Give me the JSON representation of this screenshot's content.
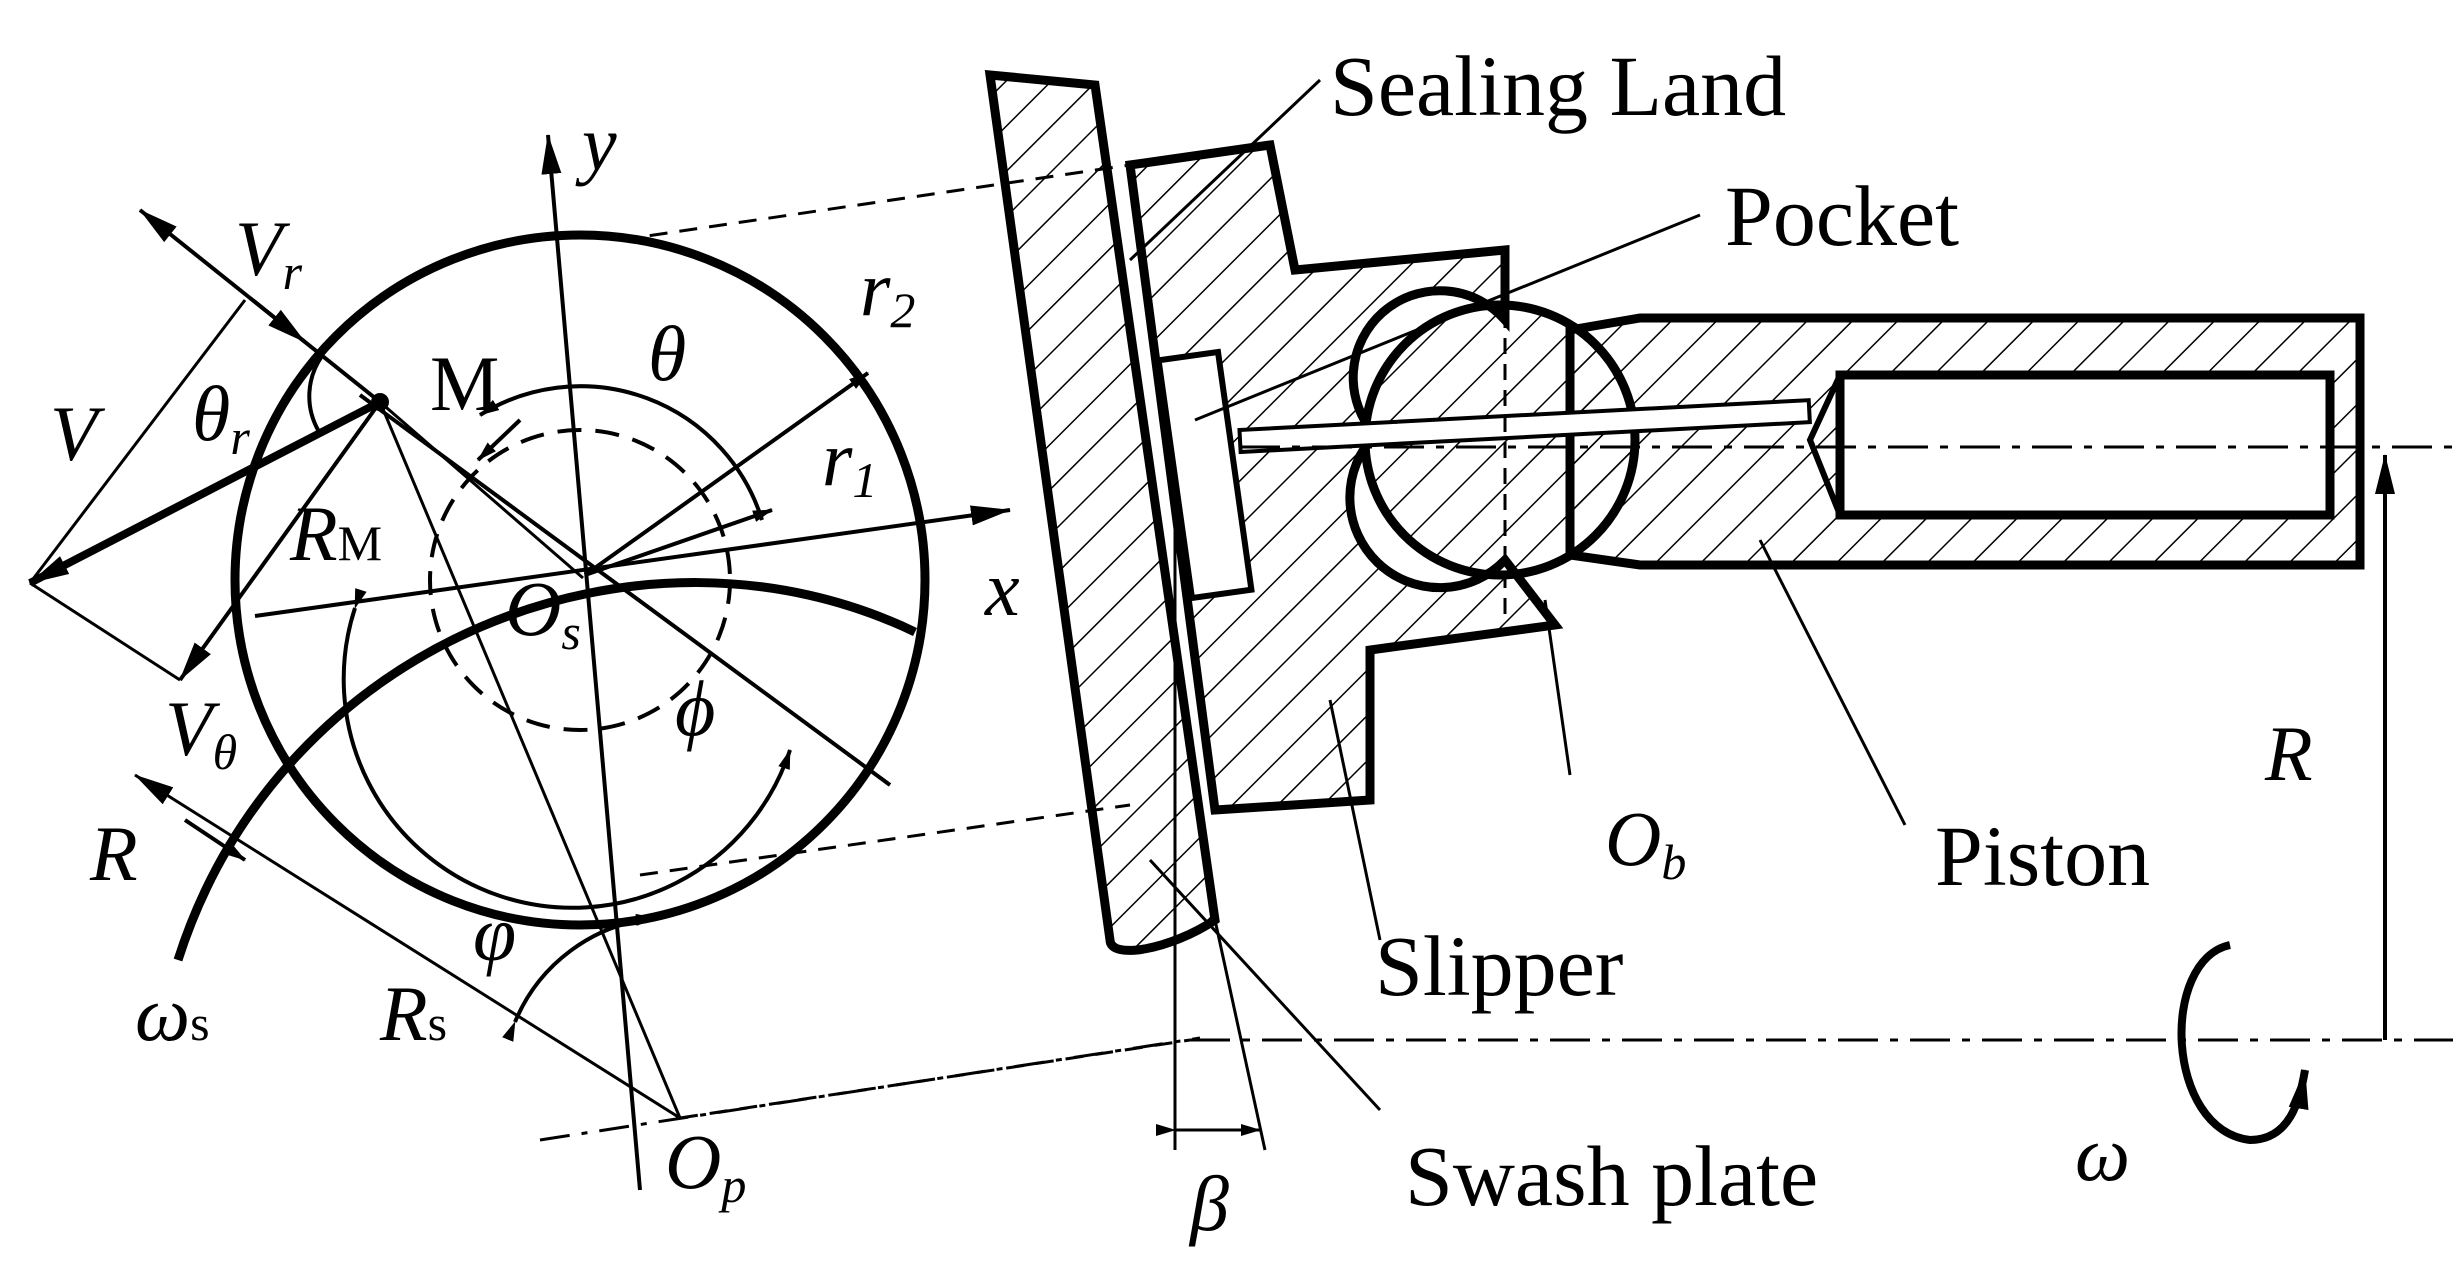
{
  "callouts": {
    "sealing_land": "Sealing Land",
    "pocket": "Pocket",
    "piston": "Piston",
    "slipper": "Slipper",
    "swash_plate": "Swash plate"
  },
  "symbols": {
    "y": "y",
    "x": "x",
    "V": "V",
    "V_r_base": "V",
    "V_r_sub": "r",
    "V_theta_base": "V",
    "V_theta_sub": "θ",
    "theta_r_base": "θ",
    "theta_r_sub": "r",
    "M": "M",
    "theta": "θ",
    "r2_base": "r",
    "r2_sub": "2",
    "r1_base": "r",
    "r1_sub": "1",
    "R_M_base": "R",
    "R_M_sub": "M",
    "O_s_base": "O",
    "O_s_sub": "s",
    "phi_upper": "ϕ",
    "R_left": "R",
    "omega_s_base": "ω",
    "omega_s_sub": "s",
    "R_s_base": "R",
    "R_s_sub": "s",
    "varphi": "φ",
    "O_p_base": "O",
    "O_p_sub": "p",
    "beta": "β",
    "O_b_base": "O",
    "O_b_sub": "b",
    "R_right": "R",
    "omega": "ω"
  },
  "colors": {
    "ink": "#000000",
    "background": "#ffffff"
  }
}
